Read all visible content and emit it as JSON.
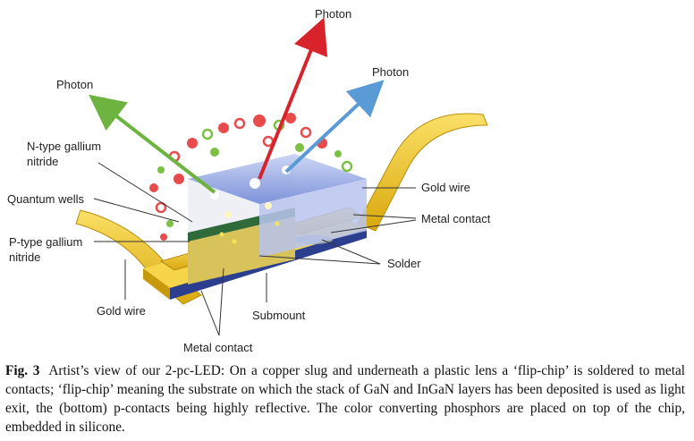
{
  "labels": {
    "photon_top": "Photon",
    "photon_left": "Photon",
    "photon_right": "Photon",
    "n_type_line1": "N-type gallium",
    "n_type_line2": "nitride",
    "quantum_wells": "Quantum wells",
    "p_type_line1": "P-type gallium",
    "p_type_line2": "nitride",
    "gold_wire_left": "Gold wire",
    "gold_wire_right": "Gold wire",
    "metal_contact_right": "Metal contact",
    "solder": "Solder",
    "submount": "Submount",
    "metal_contact_bottom": "Metal contact"
  },
  "caption": {
    "fig_label": "Fig. 3",
    "text": "Artist’s view of our 2-pc-LED: On a copper slug and underneath a plastic lens a ‘flip-chip’ is soldered to metal contacts; ‘flip-chip’ meaning the substrate on which the stack of GaN and InGaN layers has been deposited is used as light exit, the (bottom) p-contacts being highly reflective. The color converting phosphors are placed on top of the chip, embedded in silicone."
  },
  "colors": {
    "photon_red": "#d9232a",
    "photon_green": "#6db33f",
    "photon_blue": "#5b9bd5",
    "gold": "#f2c318",
    "submount_blue": "#2c3f8f",
    "chip_blue": "#8a9fe0"
  }
}
